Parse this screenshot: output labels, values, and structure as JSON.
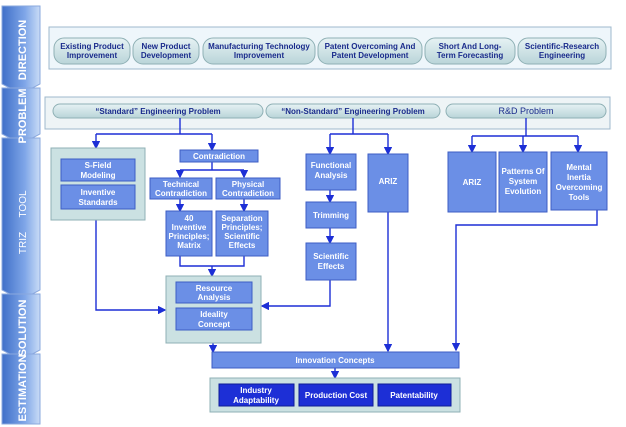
{
  "sidebar": {
    "direction": "DIRECTION",
    "problem": "PROBLEM",
    "triz": "TRIZ",
    "tool": "TOOL",
    "solution": "SOLUTION",
    "estimation": "ESTIMATION"
  },
  "directions": [
    [
      "Existing Product",
      "Improvement"
    ],
    [
      "New Product",
      "Development"
    ],
    [
      "Manufacturing Technology",
      "Improvement"
    ],
    [
      "Patent Overcoming And",
      "Patent Development"
    ],
    [
      "Short And Long-",
      "Term Forecasting"
    ],
    [
      "Scientific-Research",
      "Engineering"
    ]
  ],
  "problems": {
    "standard": "“Standard” Engineering Problem",
    "non_standard": "“Non-Standard” Engineering Problem",
    "rd": "R&D Problem"
  },
  "tools": {
    "sfield": [
      "S-Field",
      "Modeling"
    ],
    "inventive": [
      "Inventive",
      "Standards"
    ],
    "contradiction": "Contradiction",
    "technical": [
      "Technical",
      "Contradiction"
    ],
    "physical": [
      "Physical",
      "Contradiction"
    ],
    "principles": [
      "40",
      "Inventive",
      "Principles;",
      "Matrix"
    ],
    "separation": [
      "Separation",
      "Principles;",
      "Scientific",
      "Effects"
    ],
    "functional": [
      "Functional",
      "Analysis"
    ],
    "trimming": "Trimming",
    "scientific_effects": [
      "Scientific",
      "Effects"
    ],
    "ariz1": "ARIZ",
    "ariz2": "ARIZ",
    "patterns": [
      "Patterns Of",
      "System",
      "Evolution"
    ],
    "mental": [
      "Mental",
      "Inertia",
      "Overcoming",
      "Tools"
    ]
  },
  "solution": {
    "resource": [
      "Resource",
      "Analysis"
    ],
    "ideality": [
      "Ideality",
      "Concept"
    ]
  },
  "estimation": {
    "innovation": "Innovation Concepts",
    "industry": [
      "Industry",
      "Adaptability"
    ],
    "cost": "Production Cost",
    "patentability": "Patentability"
  },
  "colors": {
    "panel_blue": "#6b8fe6",
    "dark_blue": "#1d2fd6",
    "label_blue": "#1a2b8c",
    "panel_teal": "#c8dfe0",
    "sidebar": "#5a86d6"
  }
}
